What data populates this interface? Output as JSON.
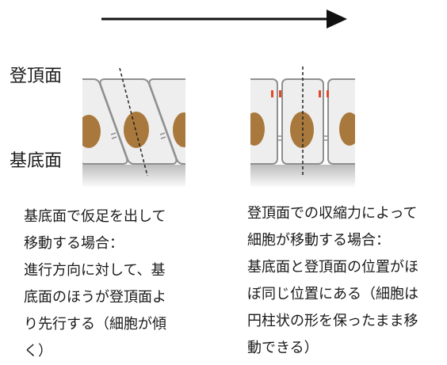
{
  "arrow": {
    "direction": "right"
  },
  "labels": {
    "apical": "登頂面",
    "basal": "基底面"
  },
  "colors": {
    "cell_outline": "#8f8f8f",
    "cell_fill": "#eeeeee",
    "nucleus": "#a9783c",
    "basement_top": "#bdbdbd",
    "marker": "#e04a2a",
    "axis_line": "#222222"
  },
  "captions": {
    "left": [
      "基底面で仮足を出して",
      "移動する場合：",
      "進行方向に対して、基",
      "底面のほうが登頂面よ",
      "り先行する（細胞が傾",
      "く）"
    ],
    "right": [
      "登頂面での収縮力によって",
      "細胞が移動する場合：",
      "基底面と登頂面の位置がほ",
      "ぼ同じ位置にある（細胞は",
      "円柱状の形を保ったまま移",
      "動できる）"
    ]
  }
}
